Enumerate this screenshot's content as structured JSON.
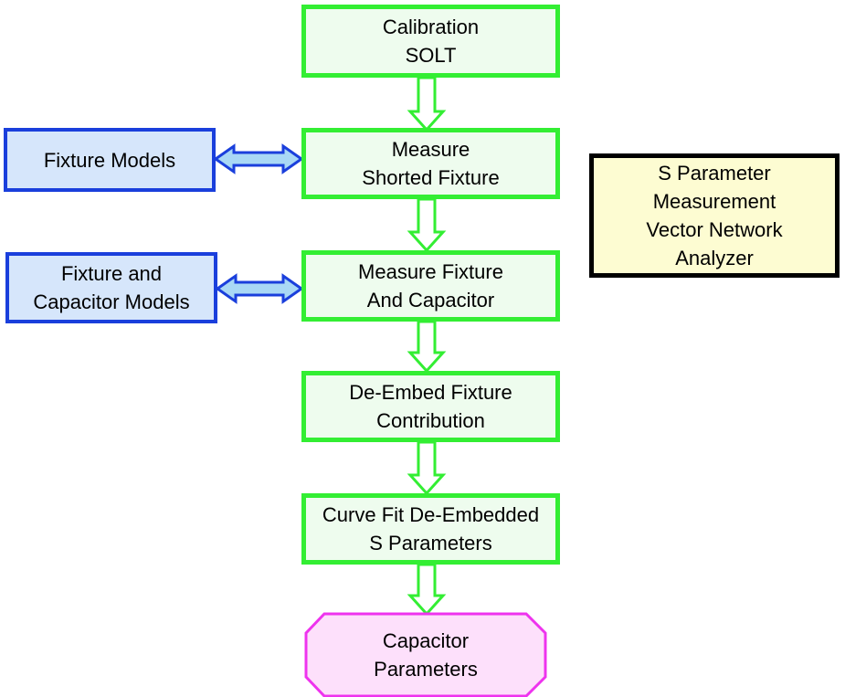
{
  "diagram": {
    "steps": [
      {
        "id": "calibration",
        "lines": [
          "Calibration",
          "SOLT"
        ]
      },
      {
        "id": "measure-shorted",
        "lines": [
          "Measure",
          "Shorted Fixture"
        ]
      },
      {
        "id": "measure-fixture-capacitor",
        "lines": [
          "Measure Fixture",
          "And Capacitor"
        ]
      },
      {
        "id": "de-embed",
        "lines": [
          "De-Embed Fixture",
          "Contribution"
        ]
      },
      {
        "id": "curve-fit",
        "lines": [
          "Curve Fit De-Embedded",
          "S Parameters"
        ]
      }
    ],
    "models": [
      {
        "id": "fixture-models",
        "lines": [
          "Fixture Models"
        ]
      },
      {
        "id": "fixture-capacitor-models",
        "lines": [
          "Fixture and",
          "Capacitor Models"
        ]
      }
    ],
    "note": {
      "lines": [
        "S Parameter",
        "Measurement",
        "Vector Network",
        "Analyzer"
      ]
    },
    "output": {
      "lines": [
        "Capacitor",
        "Parameters"
      ]
    },
    "colors": {
      "green_border": "#33ee33",
      "green_fill": "#eefcee",
      "blue_border": "#1a3fdc",
      "blue_fill": "#d6e6fb",
      "double_arrow_fill": "#a9d8f5",
      "yellow_fill": "#fdfcd2",
      "pink_border": "#ee33ee",
      "pink_fill": "#fde0fb"
    }
  }
}
